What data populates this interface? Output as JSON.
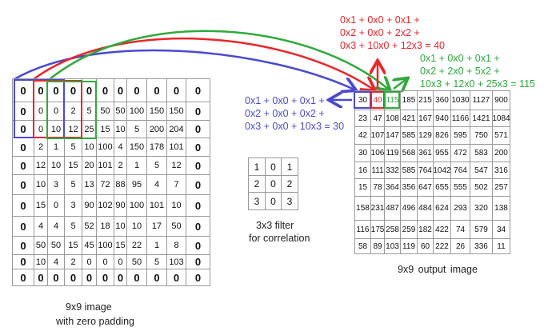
{
  "colors": {
    "blue": "#4a4ad0",
    "red": "#e8262a",
    "green": "#2eaa3c"
  },
  "input_grid": {
    "caption_line1": "9x9 image",
    "caption_line2": "with zero padding",
    "rows": [
      [
        "0",
        "0",
        "0",
        "0",
        "0",
        "0",
        "0",
        "0",
        "0",
        "0",
        "0"
      ],
      [
        "0",
        "0",
        "0",
        "2",
        "5",
        "50",
        "50",
        "100",
        "150",
        "150",
        "0"
      ],
      [
        "0",
        "0",
        "10",
        "12",
        "25",
        "15",
        "10",
        "5",
        "200",
        "204",
        "0"
      ],
      [
        "0",
        "2",
        "1",
        "5",
        "10",
        "100",
        "4",
        "150",
        "178",
        "101",
        "0"
      ],
      [
        "0",
        "12",
        "10",
        "15",
        "20",
        "101",
        "2",
        "1",
        "5",
        "12",
        "0"
      ],
      [
        "0",
        "10",
        "3",
        "5",
        "13",
        "72",
        "88",
        "95",
        "4",
        "7",
        "0"
      ],
      [
        "0",
        "15",
        "0",
        "3",
        "90",
        "102",
        "90",
        "100",
        "101",
        "10",
        "0"
      ],
      [
        "0",
        "4",
        "4",
        "5",
        "52",
        "18",
        "10",
        "10",
        "17",
        "50",
        "0"
      ],
      [
        "0",
        "50",
        "50",
        "15",
        "45",
        "100",
        "15",
        "22",
        "1",
        "8",
        "0"
      ],
      [
        "0",
        "10",
        "4",
        "2",
        "0",
        "0",
        "0",
        "50",
        "5",
        "103",
        "0"
      ],
      [
        "0",
        "0",
        "0",
        "0",
        "0",
        "0",
        "0",
        "0",
        "0",
        "0",
        "0"
      ]
    ]
  },
  "filter": {
    "caption_line1": "3x3 filter",
    "caption_line2": "for correlation",
    "rows": [
      [
        "1",
        "0",
        "1"
      ],
      [
        "2",
        "0",
        "2"
      ],
      [
        "3",
        "0",
        "3"
      ]
    ]
  },
  "output_grid": {
    "caption": "9x9  output  image",
    "rows": [
      [
        "30",
        "40",
        "115",
        "185",
        "215",
        "360",
        "1030",
        "1127",
        "900"
      ],
      [
        "23",
        "47",
        "108",
        "421",
        "167",
        "940",
        "1166",
        "1421",
        "1084"
      ],
      [
        "42",
        "107",
        "147",
        "585",
        "129",
        "826",
        "595",
        "750",
        "571"
      ],
      [
        "30",
        "106",
        "119",
        "568",
        "361",
        "955",
        "472",
        "583",
        "200"
      ],
      [
        "16",
        "111",
        "332",
        "585",
        "764",
        "1042",
        "764",
        "547",
        "316"
      ],
      [
        "15",
        "78",
        "364",
        "356",
        "647",
        "655",
        "555",
        "502",
        "257"
      ],
      [
        "158",
        "231",
        "487",
        "496",
        "484",
        "624",
        "293",
        "320",
        "138"
      ],
      [
        "116",
        "175",
        "258",
        "259",
        "182",
        "422",
        "74",
        "579",
        "34"
      ],
      [
        "58",
        "89",
        "103",
        "119",
        "60",
        "222",
        "26",
        "336",
        "11"
      ]
    ]
  },
  "formulas": {
    "blue": [
      "0x1 + 0x0 + 0x1 +",
      "0x2 + 0x0 + 0x2 +",
      "0x3 + 0x0 + 10x3 = 30"
    ],
    "red": [
      "0x1 + 0x0 + 0x1 +",
      "0x2 + 0x0 + 2x2 +",
      "0x3 + 10x0 + 12x3 = 40"
    ],
    "green": [
      "0x1 + 0x0 + 0x1 +",
      "0x2 + 2x0 + 5x2 +",
      "10x3 + 12x0 + 25x3 = 115"
    ]
  }
}
